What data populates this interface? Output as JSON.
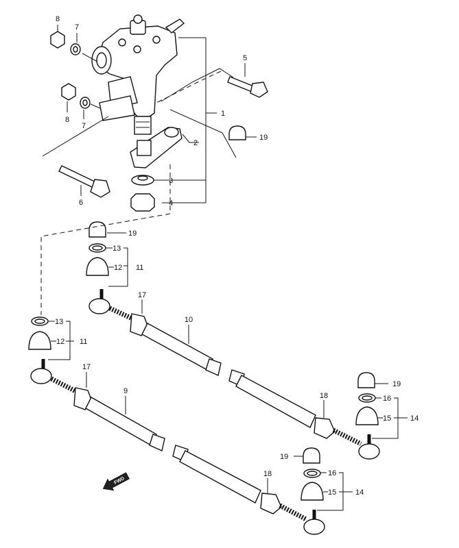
{
  "callouts": {
    "n1": "1",
    "n2": "2",
    "n3": "3",
    "n4": "4",
    "n5": "5",
    "n6": "6",
    "n7a": "7",
    "n7b": "7",
    "n8a": "8",
    "n8b": "8",
    "n9": "9",
    "n10": "10",
    "n11a": "11",
    "n11b": "11",
    "n12a": "12",
    "n12b": "12",
    "n13a": "13",
    "n13b": "13",
    "n14a": "14",
    "n14b": "14",
    "n15a": "15",
    "n15b": "15",
    "n16a": "16",
    "n16b": "16",
    "n17a": "17",
    "n17b": "17",
    "n18a": "18",
    "n18b": "18",
    "n19a": "19",
    "n19b": "19",
    "n19c": "19",
    "n19d": "19"
  },
  "direction_marker": {
    "text": "FWD"
  },
  "colors": {
    "ink": "#111111",
    "paper": "#ffffff",
    "shade": "#9a9a9a"
  }
}
